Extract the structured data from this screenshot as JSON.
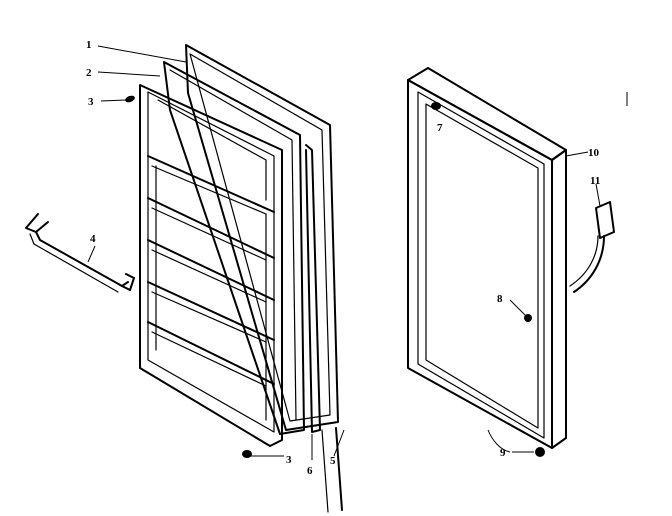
{
  "callouts": {
    "c1": "1",
    "c2": "2",
    "c3_top": "3",
    "c3_bottom": "3",
    "c4": "4",
    "c5": "5",
    "c6": "6",
    "c7": "7",
    "c8": "8",
    "c9": "9",
    "c10": "10",
    "c11": "11"
  }
}
